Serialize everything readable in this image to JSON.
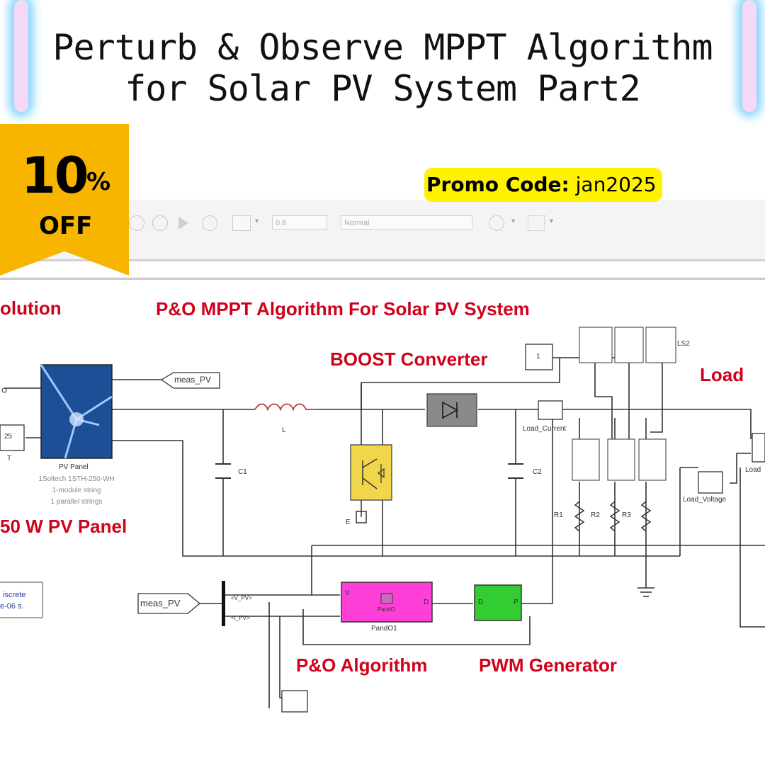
{
  "title": {
    "line1": "Perturb & Observe MPPT Algorithm",
    "line2": "for Solar PV System Part2"
  },
  "badge": {
    "number": "10",
    "percent": "%",
    "off": "OFF"
  },
  "promo": {
    "label": "Promo Code:",
    "code": "jan2025"
  },
  "toolbar": {
    "stop_time": "0.8",
    "sim_mode": "Normal"
  },
  "diagram": {
    "title": "P&O MPPT Algorithm For Solar PV System",
    "left_clipped": "olution",
    "boost_label": "BOOST Converter",
    "load_label": "Load",
    "pv_label": "50 W PV Panel",
    "po_label": "P&O Algorithm",
    "pwm_label": "PWM Generator",
    "pv_block_name": "PV Panel",
    "pv_block_desc": [
      "1Soltech 1STH-250-WH",
      "1-module string",
      "1 parallel strings"
    ],
    "meas_pv_goto": "meas_PV",
    "meas_pv_from": "meas_PV",
    "temp_const": "25",
    "temp_label": "T",
    "inductor_label": "L",
    "c1_label": "C1",
    "c2_label": "C2",
    "const_one": "1",
    "load_current": "Load_Current",
    "load_voltage": "Load_Voltage",
    "load_clipped": "Load",
    "resistors": [
      "R1",
      "R2",
      "R3"
    ],
    "breaker_label": "LS2",
    "pando_block": "PandO",
    "pando_name": "PandO1",
    "pando_port_in": "V",
    "pando_port_out": "D",
    "pwm_port_in": "D",
    "pwm_port_out": "P",
    "bus_v": "<V_PV>",
    "bus_i": "<I_PV>",
    "powergui_text": [
      "iscrete",
      "e-06 s."
    ],
    "igbt_e": "E"
  },
  "colors": {
    "badge": "#f7b500",
    "promo_bg": "#fff200",
    "diagram_text": "#d0021b",
    "pv_panel": "#1c4f96",
    "igbt": "#f1d54a",
    "pando": "#ff3fd8",
    "pwm": "#33cc33",
    "glow": "#7fd3ff"
  }
}
